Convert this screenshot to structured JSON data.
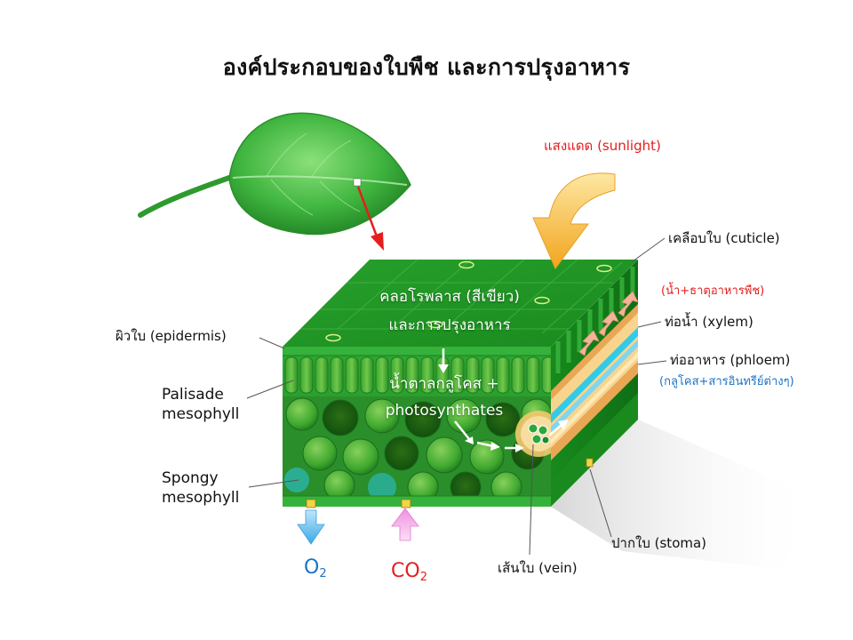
{
  "title": "องค์ประกอบของใบพืช และการปรุงอาหาร",
  "labels": {
    "sunlight": "แสงแดด (sunlight)",
    "cuticle": "เคลือบใบ (cuticle)",
    "water_minerals": "(น้ำ+ธาตุอาหารพืช)",
    "xylem": "ท่อน้ำ (xylem)",
    "phloem": "ท่ออาหาร (phloem)",
    "phloem_content": "(กลูโคส+สารอินทรีย์ต่างๆ)",
    "epidermis": "ผิวใบ (epidermis)",
    "palisade_line1": "Palisade",
    "palisade_line2": "mesophyll",
    "spongy_line1": "Spongy",
    "spongy_line2": "mesophyll",
    "stoma": "ปากใบ (stoma)",
    "vein": "เส้นใบ (vein)"
  },
  "inner_text": {
    "chloroplast_line1": "คลอโรพลาส (สีเขียว)",
    "chloroplast_line2": "และการปรุงอาหาร",
    "sugar_line1": "น้ำตาลกลูโคส +",
    "sugar_line2": "photosynthates"
  },
  "gases": {
    "oxygen_symbol": "O",
    "oxygen_sub": "2",
    "co2_symbol": "CO",
    "co2_sub": "2"
  },
  "colors": {
    "leaf_green": "#3fb53f",
    "text_red": "#e41e1e",
    "text_blue": "#1a73c7",
    "sun_arrow": "#f5b730",
    "o2_arrow": "#55b8ec",
    "co2_arrow": "#f3a9e6",
    "xylem_arrow": "#f2b49a",
    "phloem_cyan": "#33c9e8"
  }
}
